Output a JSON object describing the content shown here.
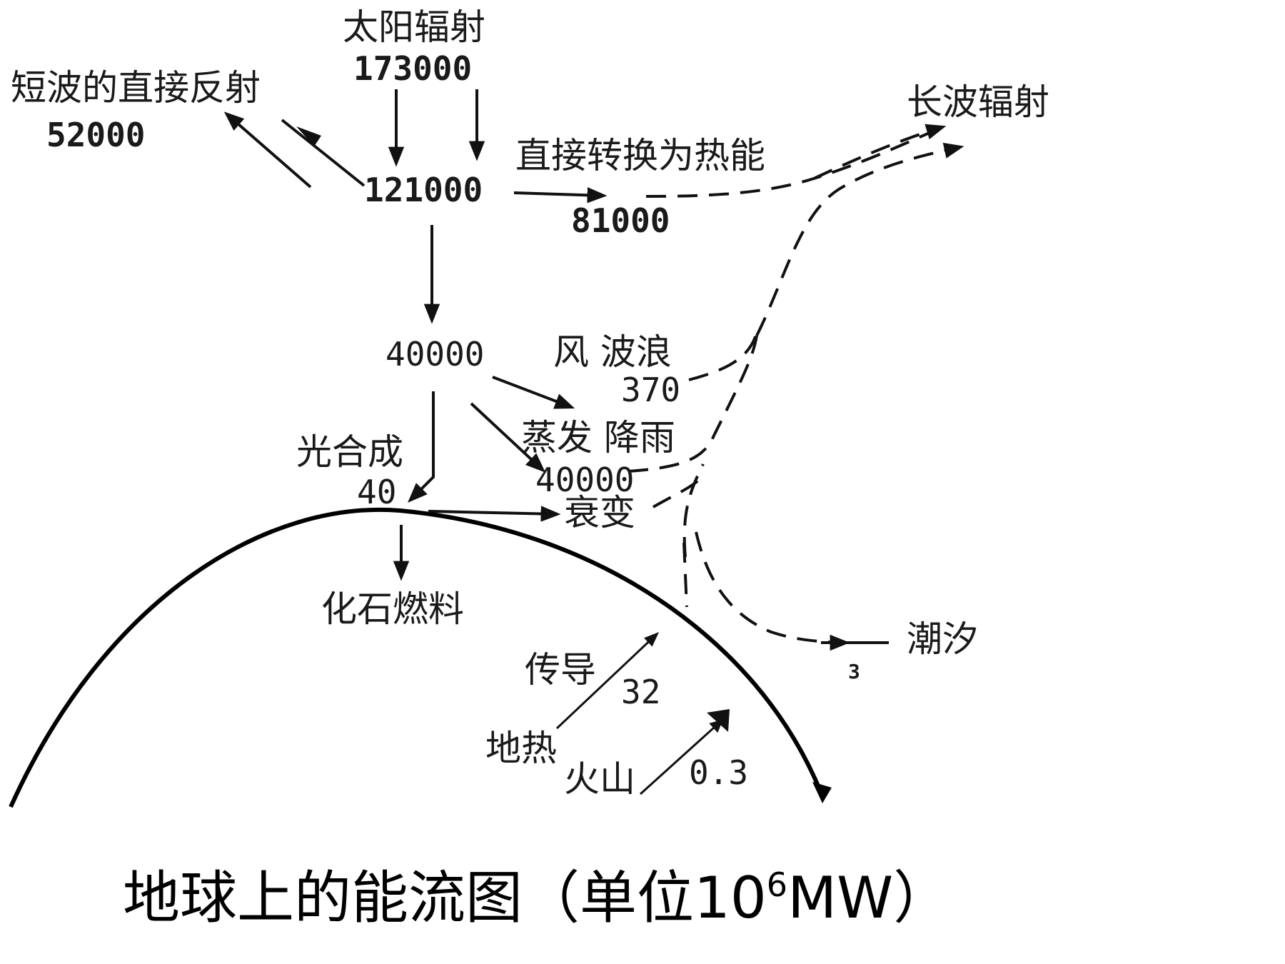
{
  "title": "地球上的能流图（单位10",
  "title_exponent": "6",
  "title_tail": "MW）",
  "labels": {
    "solar_radiation": "太阳辐射",
    "solar_value": "173000",
    "short_wave_reflection": "短波的直接反射",
    "short_wave_value": "52000",
    "absorbed_value": "121000",
    "direct_heat": "直接转换为热能",
    "direct_heat_value": "81000",
    "long_wave_radiation": "长波辐射",
    "hydro_value": "40000",
    "wind_waves": "风 波浪",
    "wind_waves_value": "370",
    "evap_rain": "蒸发 降雨",
    "evap_rain_value": "40000",
    "photosynthesis": "光合成",
    "photosynthesis_value": "40",
    "decay": "衰变",
    "fossil_fuel": "化石燃料",
    "tides": "潮汐",
    "tides_value": "3",
    "conduction": "传导",
    "conduction_value": "32",
    "geothermal": "地热",
    "volcano": "火山",
    "volcano_value": "0.3"
  }
}
